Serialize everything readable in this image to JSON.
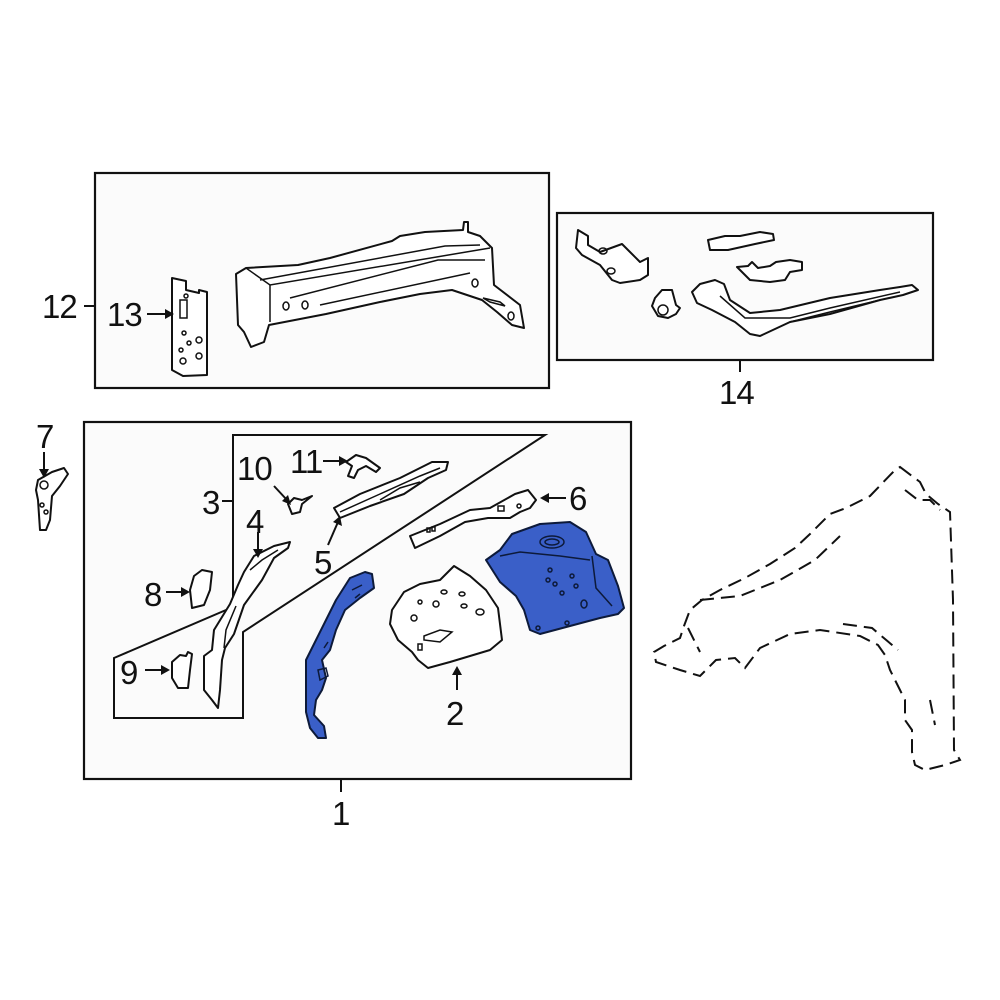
{
  "diagram": {
    "type": "exploded parts diagram",
    "highlight_color": "#3a5fc8",
    "line_color": "#111111",
    "background": "#ffffff",
    "groups": [
      {
        "id": "group-1",
        "label": "1",
        "contains": [
          "2",
          "3",
          "4",
          "5",
          "6",
          "8",
          "9",
          "10",
          "11"
        ]
      },
      {
        "id": "group-3",
        "label": "3",
        "contains": [
          "4",
          "5",
          "8",
          "9",
          "10",
          "11"
        ]
      },
      {
        "id": "group-12",
        "label": "12",
        "contains": [
          "13"
        ]
      },
      {
        "id": "group-14",
        "label": "14",
        "contains": []
      }
    ],
    "callouts": {
      "c1": "1",
      "c2": "2",
      "c3": "3",
      "c4": "4",
      "c5": "5",
      "c6": "6",
      "c7": "7",
      "c8": "8",
      "c9": "9",
      "c10": "10",
      "c11": "11",
      "c12": "12",
      "c13": "13",
      "c14": "14"
    },
    "highlighted_parts": [
      "apron-reinforcement",
      "strut-tower-panel"
    ],
    "reference_part": "fender (dashed outline)"
  }
}
